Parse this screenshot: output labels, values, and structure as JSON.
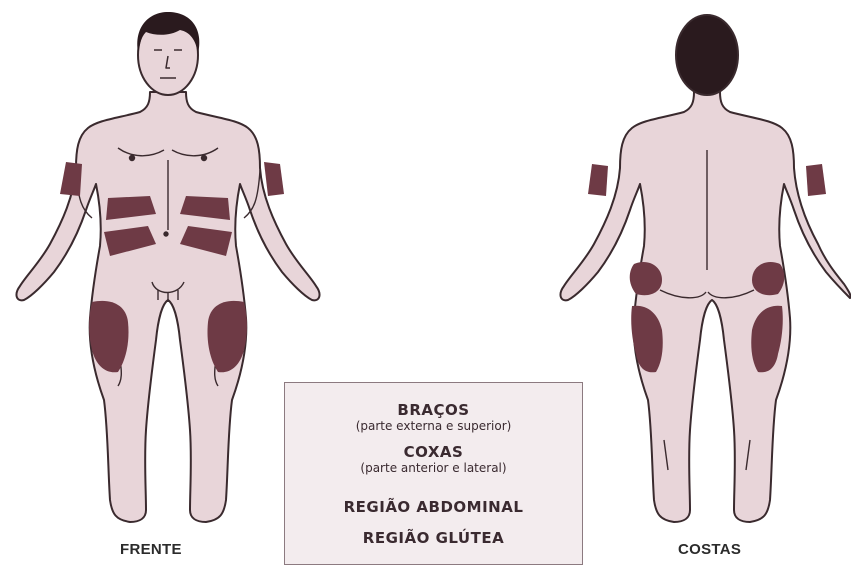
{
  "captions": {
    "front": "FRENTE",
    "back": "COSTAS"
  },
  "legend": {
    "arms_heading": "BRAÇOS",
    "arms_detail": "(parte externa e superior)",
    "thighs_heading": "COXAS",
    "thighs_detail": "(parte anterior e lateral)",
    "abdominal": "REGIÃO ABDOMINAL",
    "gluteal": "REGIÃO GLÚTEA"
  },
  "colors": {
    "skin": "#e8d5d9",
    "outline": "#3a2a2e",
    "site": "#6e3a45",
    "hair": "#2a1a1e"
  }
}
